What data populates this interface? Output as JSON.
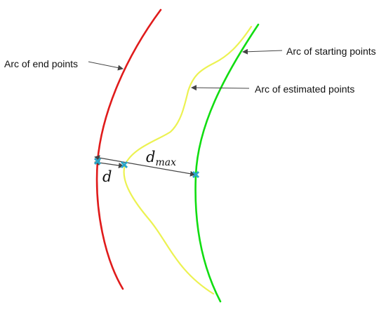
{
  "labels": {
    "end_arc": "Arc of end points",
    "start_arc": "Arc of starting points",
    "estimated_arc": "Arc of estimated points"
  },
  "math": {
    "d": "d",
    "dmax_base": "d",
    "dmax_sub": "max"
  },
  "colors": {
    "end_arc": "#e01b1b",
    "start_arc": "#11dd11",
    "estimated_arc": "#ecf252",
    "marker": "#2aa6c9",
    "arrow": "#555555",
    "text": "#111111"
  }
}
